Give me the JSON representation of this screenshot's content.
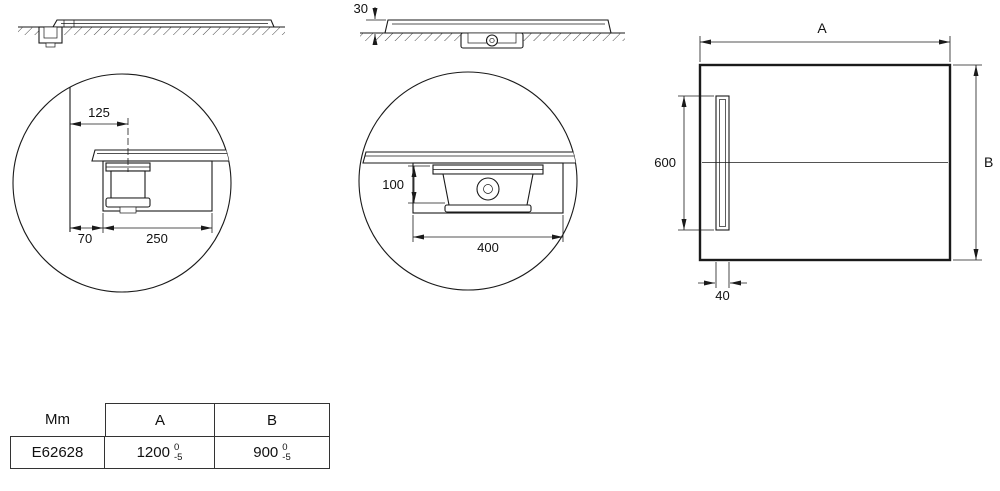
{
  "drawing": {
    "dims": {
      "thickness": "30",
      "offset_125": "125",
      "offset_70": "70",
      "recess_250": "250",
      "depth_100": "100",
      "recess_400": "400",
      "width_a": "A",
      "height_b": "B",
      "slot_600": "600",
      "slot_40": "40"
    }
  },
  "table": {
    "unit_header": "Mm",
    "col_a_header": "A",
    "col_b_header": "B",
    "row": {
      "reference": "E62628",
      "a_value": "1200",
      "a_tol_upper": "0",
      "a_tol_lower": "-5",
      "b_value": "900",
      "b_tol_upper": "0",
      "b_tol_lower": "-5"
    }
  }
}
